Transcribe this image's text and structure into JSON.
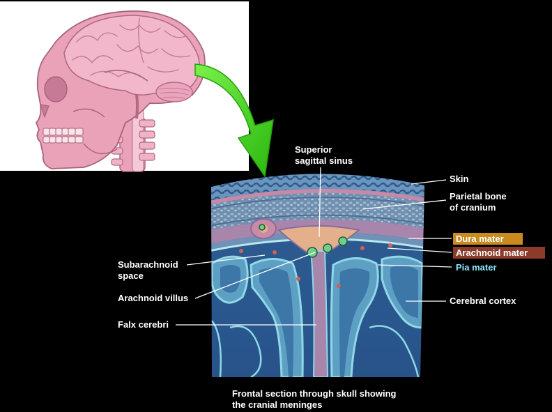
{
  "labels": {
    "superior_sagittal_sinus": [
      "Superior",
      "sagittal sinus"
    ],
    "skin": "Skin",
    "parietal_bone": [
      "Parietal bone",
      "of cranium"
    ],
    "dura_mater": "Dura mater",
    "arachnoid_mater": "Arachnoid mater",
    "pia_mater": "Pia mater",
    "cerebral_cortex": "Cerebral cortex",
    "subarachnoid_space": [
      "Subarachnoid",
      "space"
    ],
    "arachnoid_villus": "Arachnoid villus",
    "falx_cerebri": "Falx cerebri"
  },
  "caption": [
    "Frontal section through skull showing",
    "the cranial meninges"
  ],
  "colors": {
    "background": "#000000",
    "head_panel": "#ffffff",
    "skin_pink": "#e9a2b8",
    "brain_pink": "#f2b7cb",
    "arrow_green": "#44e020",
    "dura_highlight": "#c98a1e",
    "arachnoid_highlight": "#8c3b2a",
    "pia_text": "#8fe8ff",
    "cortex_blue": "#2c6aa0",
    "membrane_cyan": "#8fd9e6"
  }
}
